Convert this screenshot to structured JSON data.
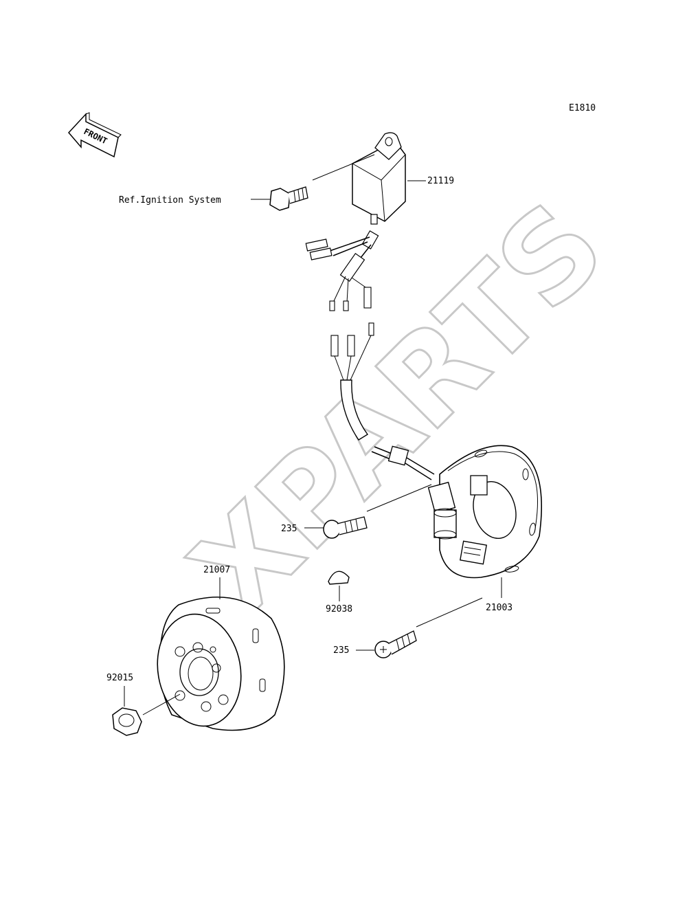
{
  "diagram_code": "E1810",
  "front_label": "FRONT",
  "watermark": "XPARTS",
  "ref_label": "Ref.Ignition System",
  "parts": {
    "cdi_unit": "21119",
    "stator_screw_top": "235",
    "stator_screw_bottom": "235",
    "rotor": "21007",
    "key": "92038",
    "stator": "21003",
    "nut": "92015"
  }
}
